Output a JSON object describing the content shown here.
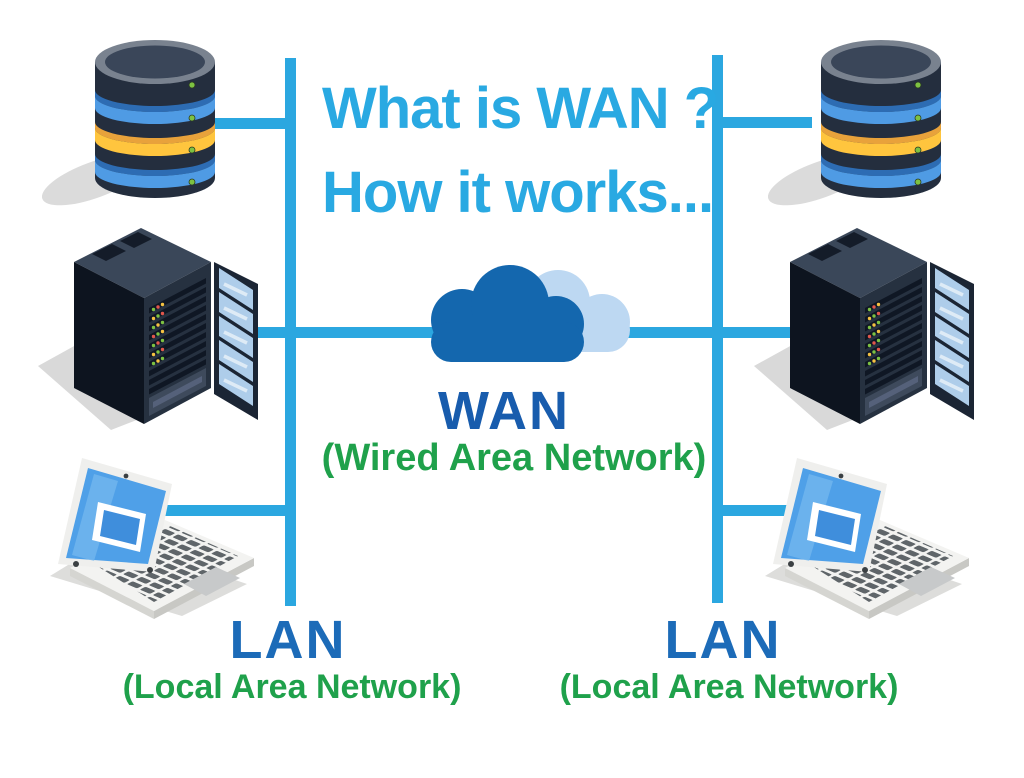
{
  "background": "#FFFFFF",
  "title": {
    "line1": "What is WAN ?",
    "line2": "How it works..."
  },
  "wan": {
    "label": "WAN",
    "sublabel": "(Wired Area Network)",
    "icon": "cloud-icon"
  },
  "lan_left": {
    "label": "LAN",
    "sublabel": "(Local Area Network)",
    "node_icons": [
      "database-icon",
      "server-rack-icon",
      "laptop-icon"
    ]
  },
  "lan_right": {
    "label": "LAN",
    "sublabel": "(Local Area Network)",
    "node_icons": [
      "database-icon",
      "server-rack-icon",
      "laptop-icon"
    ]
  },
  "colors": {
    "background": "#FFFFFF",
    "accent": "#2BA7E0",
    "title": "#29A9E2",
    "wan_blue": "#185CAD",
    "lan_blue": "#1C6BB8",
    "green": "#1FA14B",
    "cloud_dark": "#1467AE",
    "cloud_light": "#BDD8F2"
  }
}
